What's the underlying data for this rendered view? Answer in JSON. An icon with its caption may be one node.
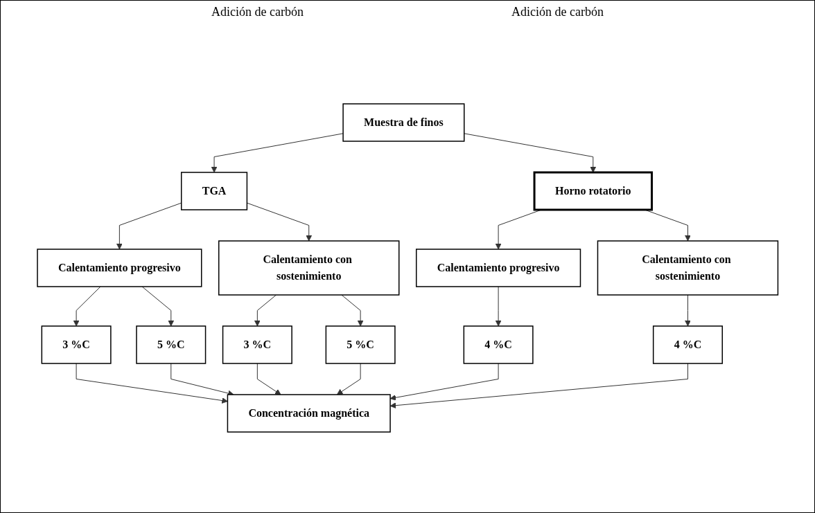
{
  "diagram": {
    "nodes": [
      {
        "text": [
          "Muestra de finos"
        ]
      },
      {
        "text": [
          "TGA"
        ]
      },
      {
        "text": [
          "Horno rotatorio"
        ]
      },
      {
        "text": [
          "Calentamiento progresivo"
        ]
      },
      {
        "text": [
          "Calentamiento con sostenimiento"
        ]
      },
      {
        "text": [
          "Calentamiento progresivo"
        ]
      },
      {
        "text": [
          "Calentamiento con sostenimiento"
        ]
      },
      {
        "text": [
          "3 %C"
        ]
      },
      {
        "text": [
          "5 %C"
        ]
      },
      {
        "text": [
          "3 %C"
        ]
      },
      {
        "text": [
          "5 %C"
        ]
      },
      {
        "text": [
          "4 %C"
        ]
      },
      {
        "text": [
          "4 %C"
        ]
      },
      {
        "text": [
          "Concentración magnética"
        ]
      }
    ],
    "edges": [
      {
        "from": 0,
        "to": 1,
        "arrow": "to"
      },
      {
        "from": 0,
        "to": 2,
        "arrow": "to"
      },
      {
        "from": 1,
        "to": 3,
        "arrow": "to"
      },
      {
        "from": 1,
        "to": 4,
        "arrow": "to"
      },
      {
        "from": 2,
        "to": 5,
        "arrow": "to"
      },
      {
        "from": 2,
        "to": 6,
        "arrow": "to"
      },
      {
        "from": 3,
        "to": 7,
        "arrow": "to"
      },
      {
        "from": 3,
        "to": 8,
        "arrow": "to"
      },
      {
        "from": 4,
        "to": 9,
        "arrow": "to"
      },
      {
        "from": 4,
        "to": 10,
        "arrow": "to"
      },
      {
        "from": 5,
        "to": 11,
        "arrow": "to"
      },
      {
        "from": 6,
        "to": 12,
        "arrow": "to"
      },
      {
        "from": 7,
        "to": 13,
        "arrow": "to"
      },
      {
        "from": 8,
        "to": 13,
        "arrow": "to"
      },
      {
        "from": 9,
        "to": 13,
        "arrow": "to"
      },
      {
        "from": 10,
        "to": 13,
        "arrow": "to"
      },
      {
        "from": 11,
        "to": 13,
        "arrow": "to"
      },
      {
        "from": 12,
        "to": 13,
        "arrow": "to"
      }
    ],
    "labels": [
      "Adición de carbón",
      "Adición de carbón"
    ]
  }
}
